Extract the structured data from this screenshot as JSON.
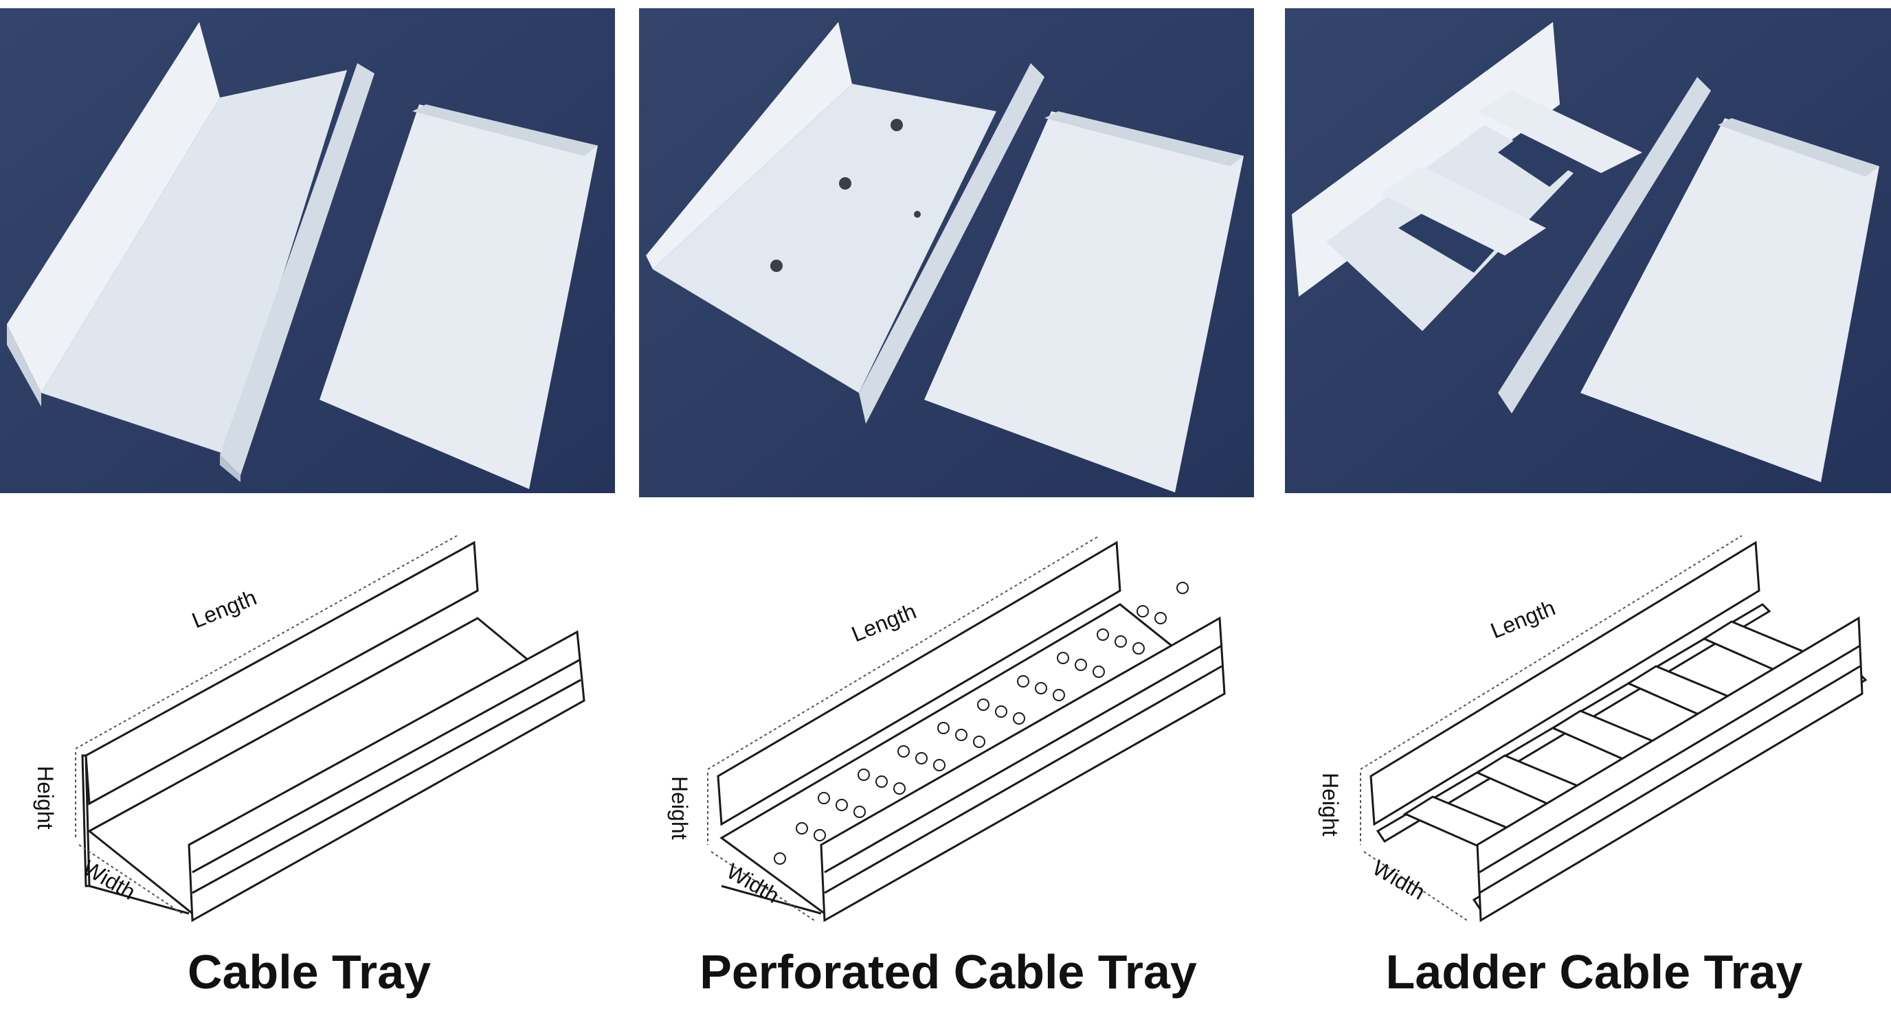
{
  "panels": [
    {
      "id": "cable-tray",
      "caption": "Cable Tray",
      "dims": {
        "length": "Length",
        "height": "Height",
        "width": "Width"
      }
    },
    {
      "id": "perforated-cable-tray",
      "caption": "Perforated Cable Tray",
      "dims": {
        "length": "Length",
        "height": "Height",
        "width": "Width"
      }
    },
    {
      "id": "ladder-cable-tray",
      "caption": "Ladder Cable Tray",
      "dims": {
        "length": "Length",
        "height": "Height",
        "width": "Width"
      }
    }
  ],
  "colors": {
    "photo_background": "#2c3d63",
    "tray_white": "#e9eef4",
    "line": "#1a1a1a"
  }
}
